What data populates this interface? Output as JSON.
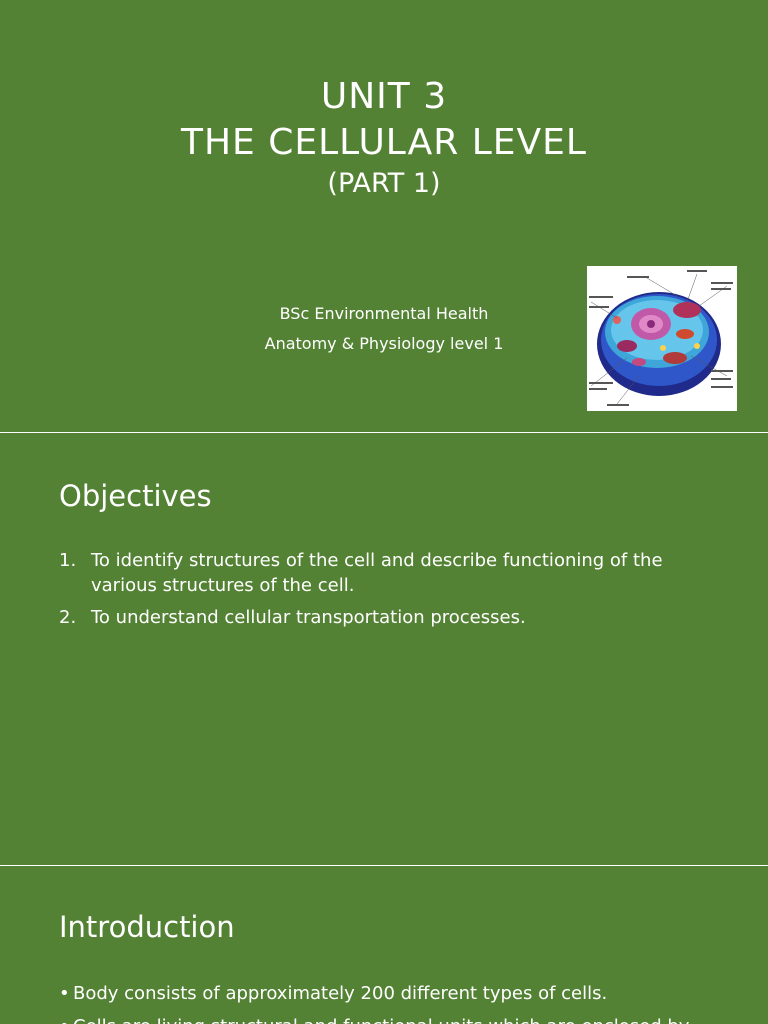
{
  "slide1": {
    "title_line1": "UNIT 3",
    "title_line2": "THE CELLULAR LEVEL",
    "title_line3": "(PART 1)",
    "subtitle_line1": "BSc Environmental Health",
    "subtitle_line2": "Anatomy & Physiology level 1",
    "image_icon": "animal-cell-diagram-icon"
  },
  "slide2": {
    "heading": "Objectives",
    "items": [
      {
        "num": "1.",
        "text": "To identify structures of the cell and describe functioning of the various structures of the cell."
      },
      {
        "num": "2.",
        "text": "To understand cellular transportation processes."
      }
    ]
  },
  "slide3": {
    "heading": "Introduction",
    "bullets": [
      {
        "bullet": "•",
        "text": "Body consists of approximately 200 different types of cells."
      },
      {
        "bullet": "•",
        "text": "Cells are living structural and functional units which are enclosed by"
      }
    ]
  },
  "colors": {
    "background": "#548235",
    "text": "#ffffff"
  }
}
